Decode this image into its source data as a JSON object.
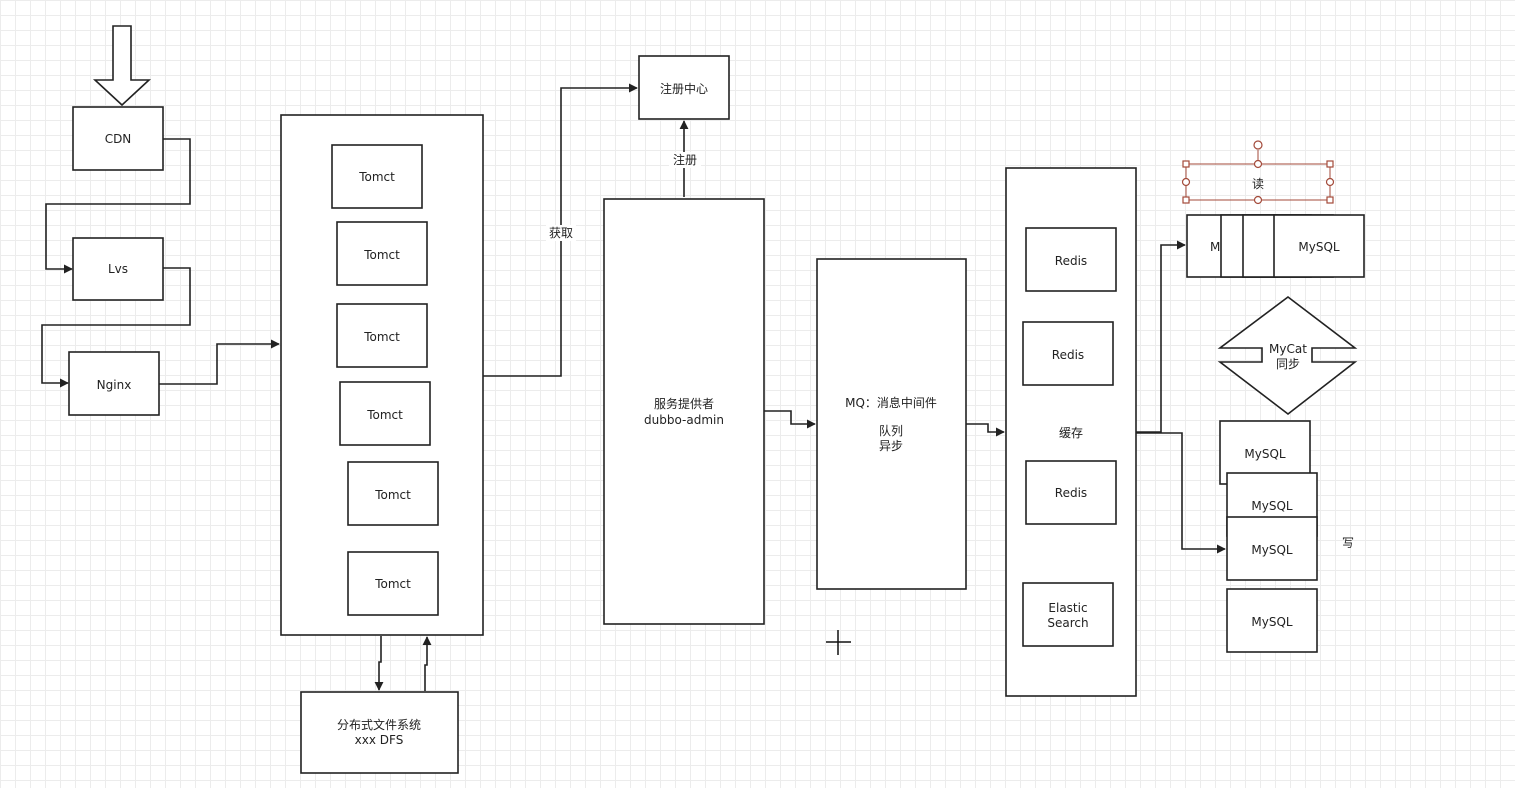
{
  "diagram": {
    "cdn": "CDN",
    "lvs": "Lvs",
    "nginx": "Nginx",
    "tomcat": "Tomct",
    "dfs": [
      "分布式文件系统",
      "xxx DFS"
    ],
    "registry": "注册中心",
    "edge_get": "获取",
    "edge_register": "注册",
    "provider": [
      "服务提供者",
      "dubbo-admin"
    ],
    "mq": [
      "MQ：消息中间件",
      "",
      "队列",
      "异步"
    ],
    "cache_label": "缓存",
    "redis": "Redis",
    "elastic": [
      "Elastic",
      "Search"
    ],
    "read_label": "读",
    "write_label": "写",
    "mysql": "MySQL",
    "mysql_truncated": "M",
    "mycat": [
      "MyCat",
      "同步"
    ]
  }
}
